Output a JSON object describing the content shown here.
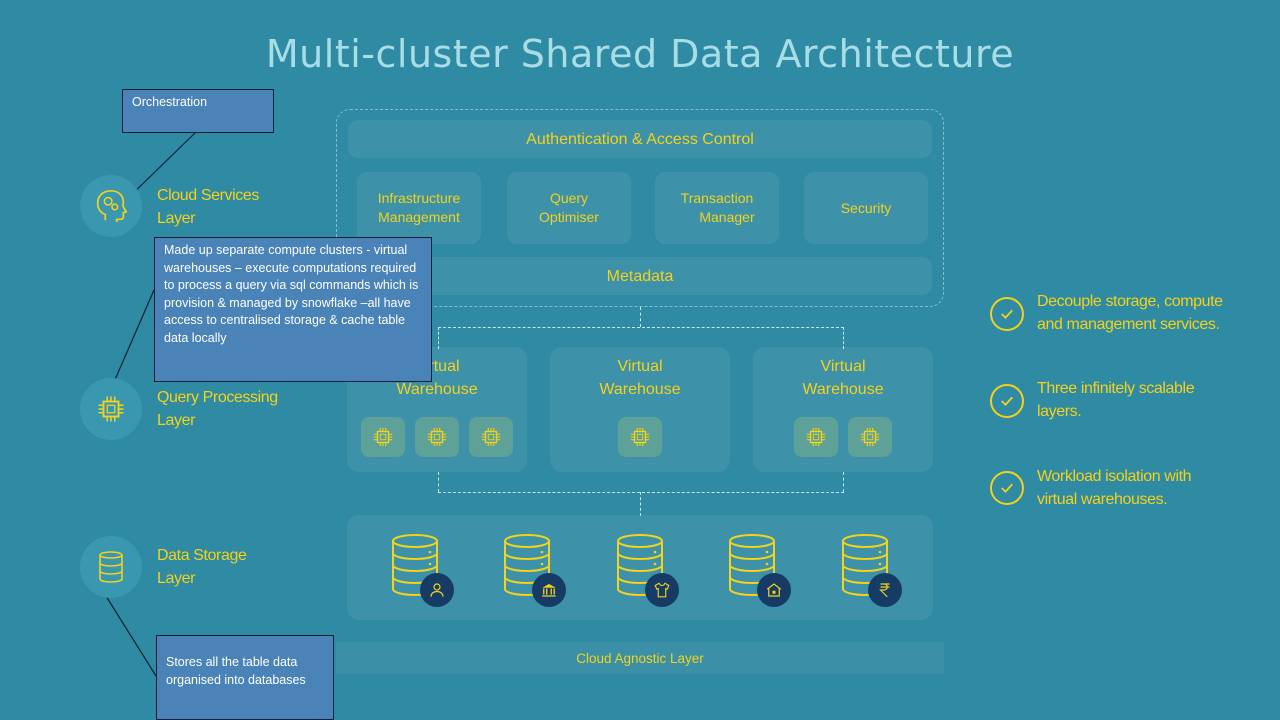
{
  "title": "Multi-cluster Shared Data Architecture",
  "callouts": {
    "orchestration": "Orchestration",
    "compute": "Made up separate compute clusters  - virtual warehouses – execute computations required to process a query via sql commands which is provision & managed by snowflake –all have access to centralised storage & cache table data locally",
    "storage": "Stores all the table data organised into databases"
  },
  "layers": {
    "cloud_services": [
      "Cloud Services",
      "Layer"
    ],
    "query_processing": [
      "Query Processing",
      "Layer"
    ],
    "data_storage": [
      "Data Storage",
      "Layer"
    ]
  },
  "cloud_services": {
    "auth": "Authentication & Access Control",
    "services": [
      [
        "Infrastructure",
        "Management"
      ],
      [
        "Query",
        "Optimiser"
      ],
      [
        "Transaction",
        "Manager"
      ],
      [
        "Security"
      ]
    ],
    "metadata": "Metadata"
  },
  "warehouses": [
    {
      "title": [
        "Virtual",
        "Warehouse"
      ],
      "chips": 3
    },
    {
      "title": [
        "Virtual",
        "Warehouse"
      ],
      "chips": 1
    },
    {
      "title": [
        "Virtual",
        "Warehouse"
      ],
      "chips": 2
    }
  ],
  "databases": [
    "user-icon",
    "bank-icon",
    "shirt-icon",
    "house-icon",
    "rupee-icon"
  ],
  "cloud_agnostic": "Cloud Agnostic Layer",
  "benefits": [
    [
      "Decouple storage, compute",
      "and management services."
    ],
    [
      "Three infinitely scalable",
      "layers."
    ],
    [
      "Workload isolation with",
      "virtual warehouses."
    ]
  ],
  "colors": {
    "background": "#2f8aa3",
    "accent": "#f3d21c",
    "title": "#a9dde6",
    "callout": "#4a83b8",
    "badge": "#163c66"
  }
}
